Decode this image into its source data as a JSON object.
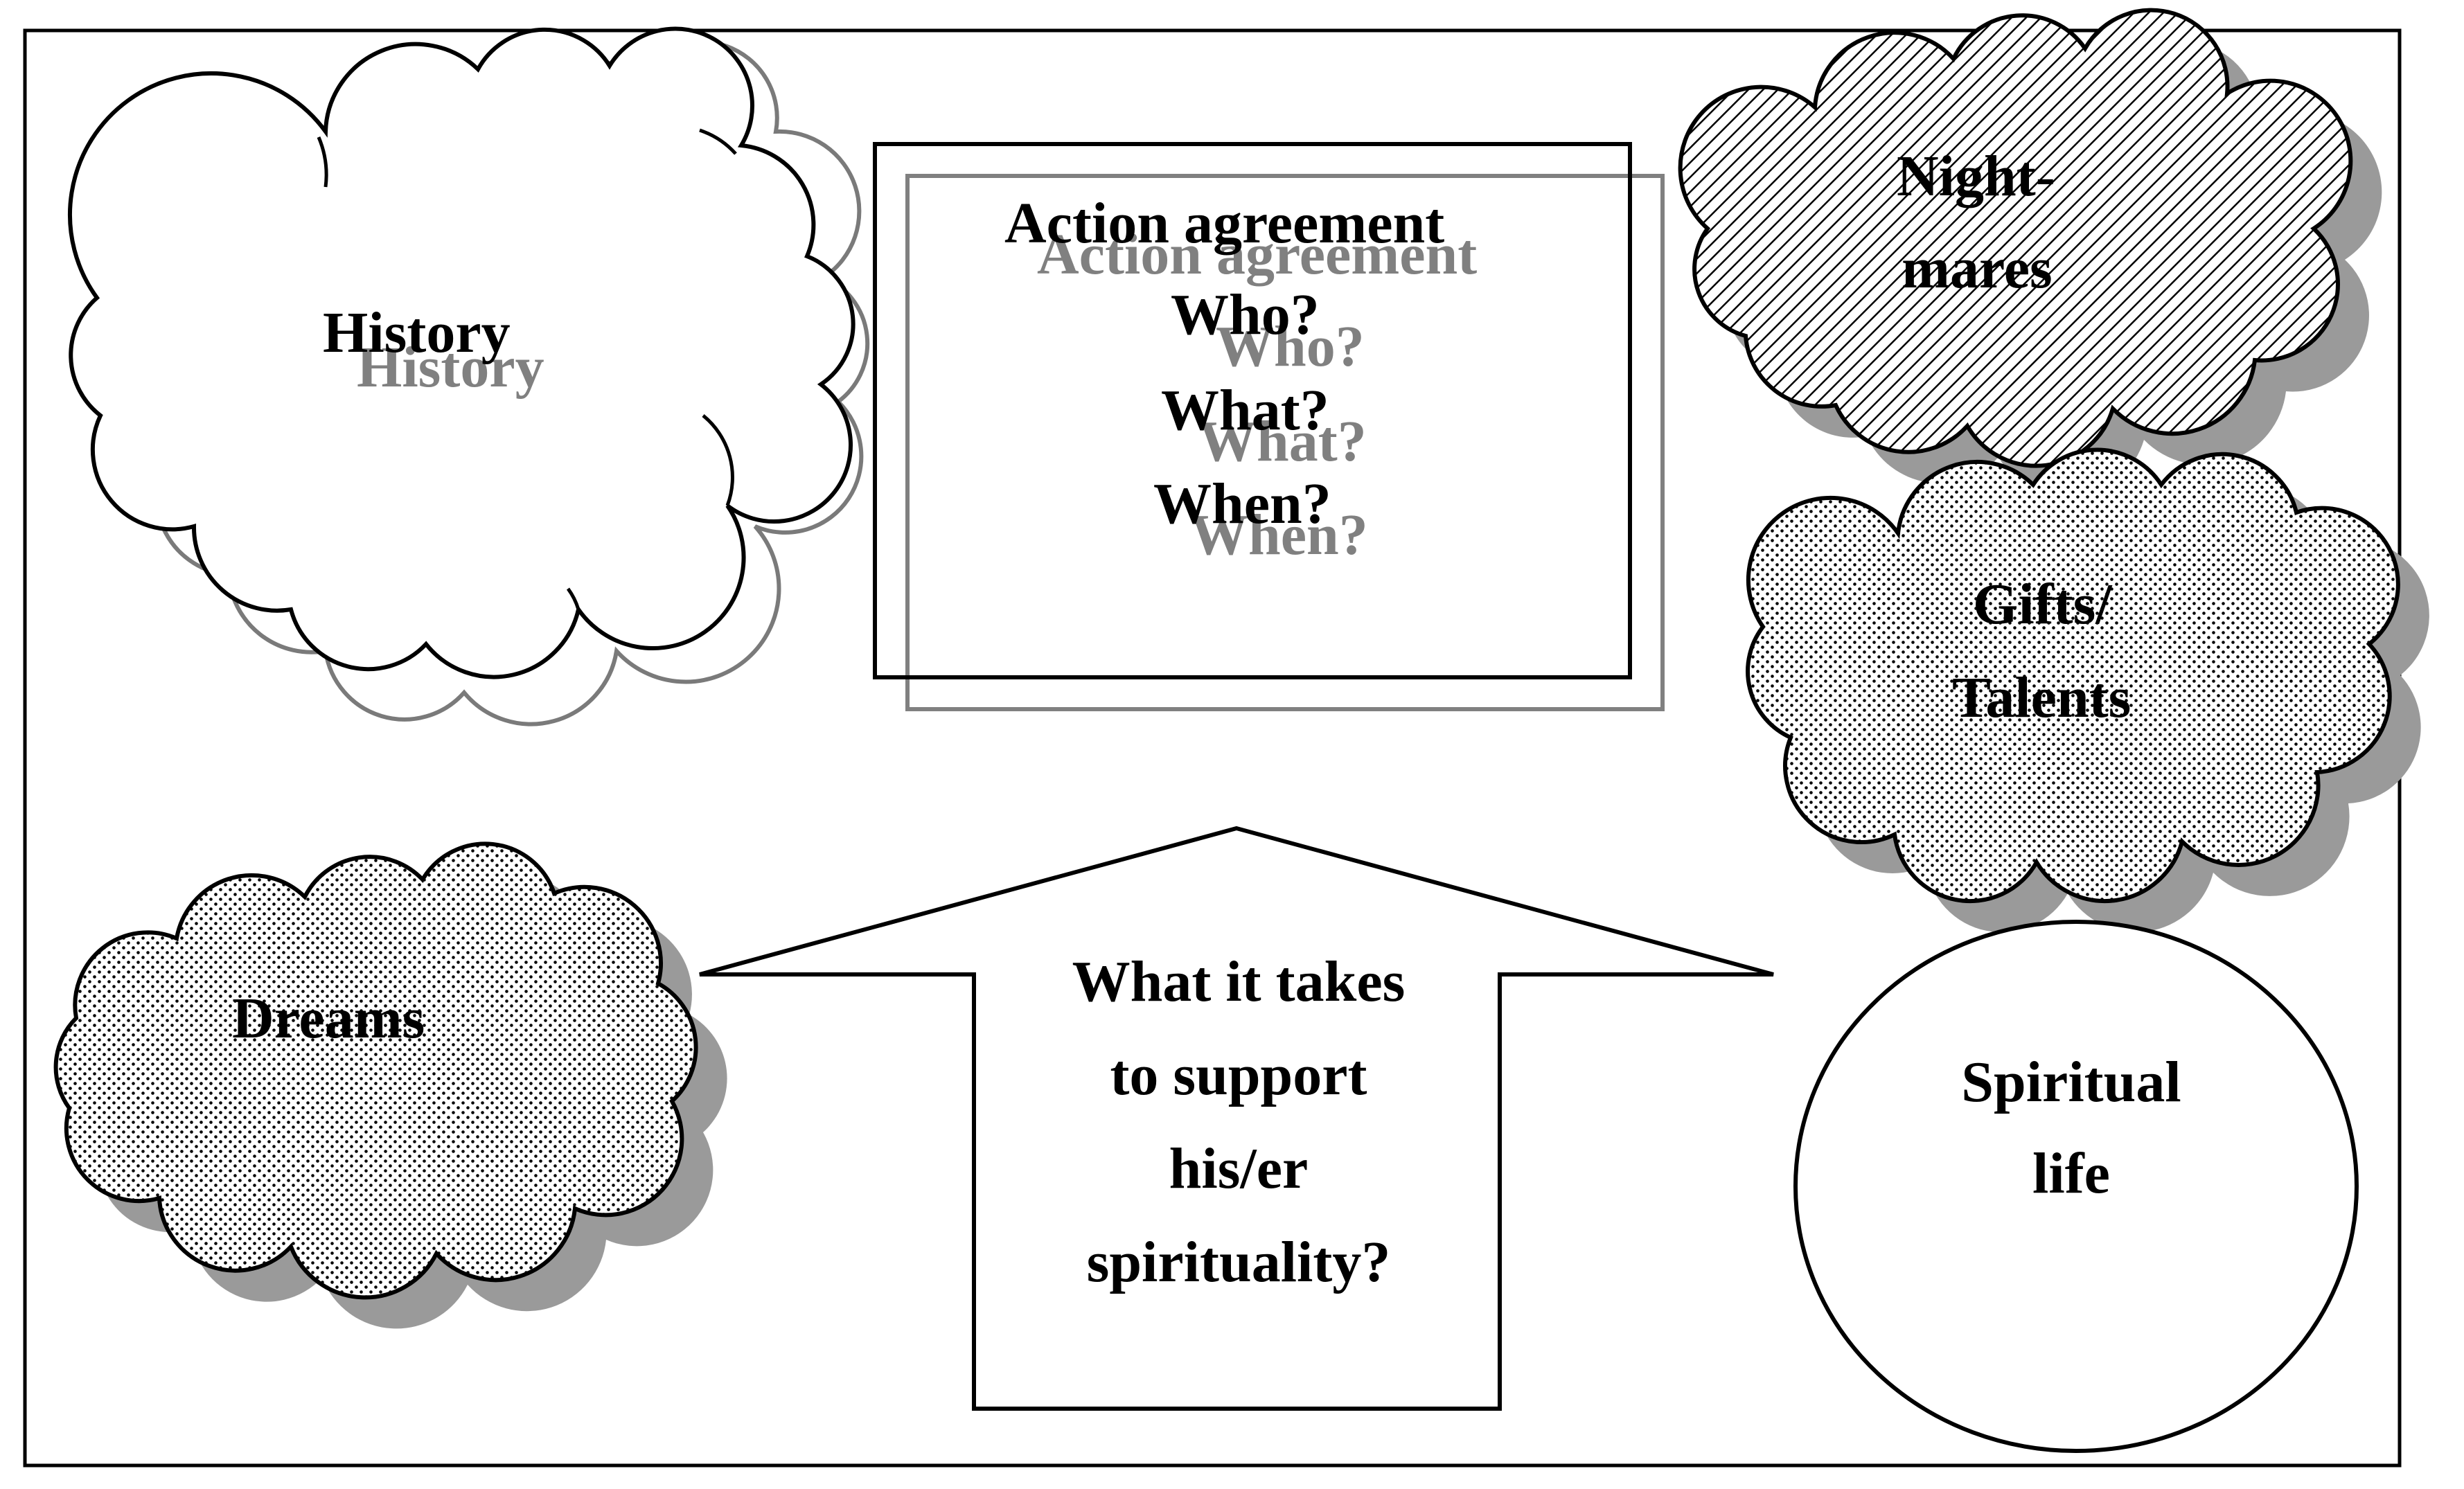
{
  "diagram": {
    "history": {
      "label": "History",
      "ghost_label": "History"
    },
    "action_agreement": {
      "title": "Action agreement",
      "who": "Who?",
      "what": "What?",
      "when": "When?",
      "ghost_title": "Action agreement",
      "ghost_who": "Who?",
      "ghost_what": "What?",
      "ghost_when": "When?"
    },
    "nightmares": {
      "line1": "Night-",
      "line2": "mares"
    },
    "gifts_talents": {
      "line1": "Gifts/",
      "line2": "Talents"
    },
    "dreams": {
      "label": "Dreams"
    },
    "support_arrow": {
      "line1": "What it takes",
      "line2": "to support",
      "line3": "his/er",
      "line4": "spirituality?"
    },
    "spiritual_life": {
      "line1": "Spiritual",
      "line2": "life"
    }
  },
  "colors": {
    "ink": "#000000",
    "ghost": "#808080",
    "shadow": "#9a9a9a",
    "background": "#ffffff"
  }
}
